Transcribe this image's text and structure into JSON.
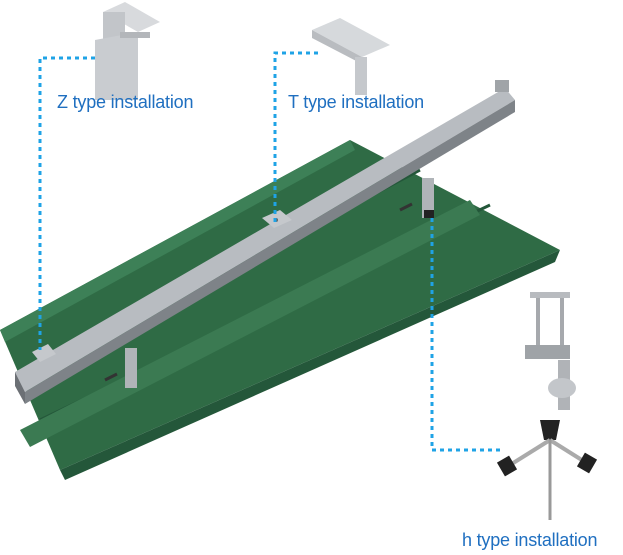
{
  "labels": {
    "z_type": "Z type installation",
    "t_type": "T type installation",
    "h_type": "h type installation"
  },
  "colors": {
    "roof": "#2f6b45",
    "roof_dark": "#24573a",
    "rail": "#a9adb2",
    "leader": "#1fa3e6",
    "label": "#1f6fc0"
  }
}
